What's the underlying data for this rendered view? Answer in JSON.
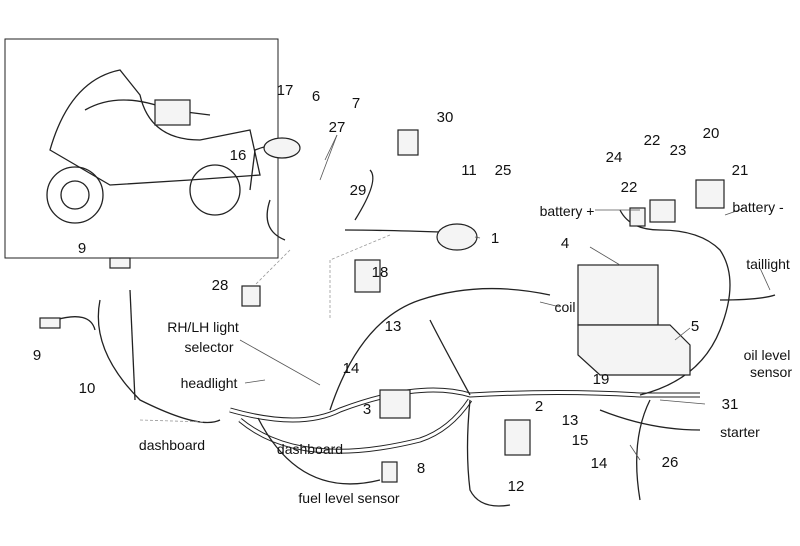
{
  "diagram": {
    "part_numbers": [
      "17",
      "6",
      "7",
      "30",
      "27",
      "16",
      "11",
      "25",
      "29",
      "1",
      "24",
      "22",
      "23",
      "20",
      "21",
      "22",
      "4",
      "18",
      "28",
      "5",
      "13",
      "14",
      "19",
      "9",
      "9",
      "10",
      "3",
      "2",
      "13",
      "31",
      "15",
      "14",
      "26",
      "12",
      "8"
    ],
    "text_labels": [
      "battery +",
      "battery -",
      "taillight",
      "coil",
      "RH/LH light",
      "selector",
      "oil level",
      "sensor",
      "headlight",
      "starter",
      "dashboard",
      "dashboard",
      "fuel level sensor"
    ]
  }
}
